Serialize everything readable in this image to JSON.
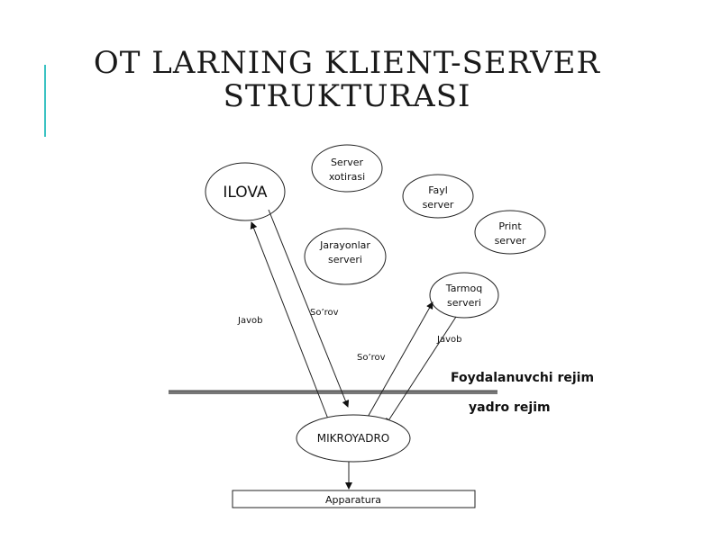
{
  "slide": {
    "title_line1": "OT LARNING KLIENT-SERVER",
    "title_line2": "STRUKTURASI",
    "accent_color": "#3cc3c3"
  },
  "diagram": {
    "nodes": {
      "ilova": "ILOVA",
      "server_xotirasi": [
        "Server",
        "xotirasi"
      ],
      "fayl_server": [
        "Fayl",
        "server"
      ],
      "print_server": [
        "Print",
        "server"
      ],
      "jarayonlar_serveri": [
        "Jarayonlar",
        "serveri"
      ],
      "tarmoq_serveri": [
        "Tarmoq",
        "serveri"
      ],
      "mikroyadro": "MIKROYADRO",
      "apparatura": "Apparatura"
    },
    "edges": {
      "javob_left": "Javob",
      "sorov_left": "So’rov",
      "sorov_right": "So’rov",
      "javob_right": "Javob"
    },
    "modes": {
      "user_mode": "Foydalanuvchi rejim",
      "kernel_mode": "yadro rejim"
    }
  }
}
